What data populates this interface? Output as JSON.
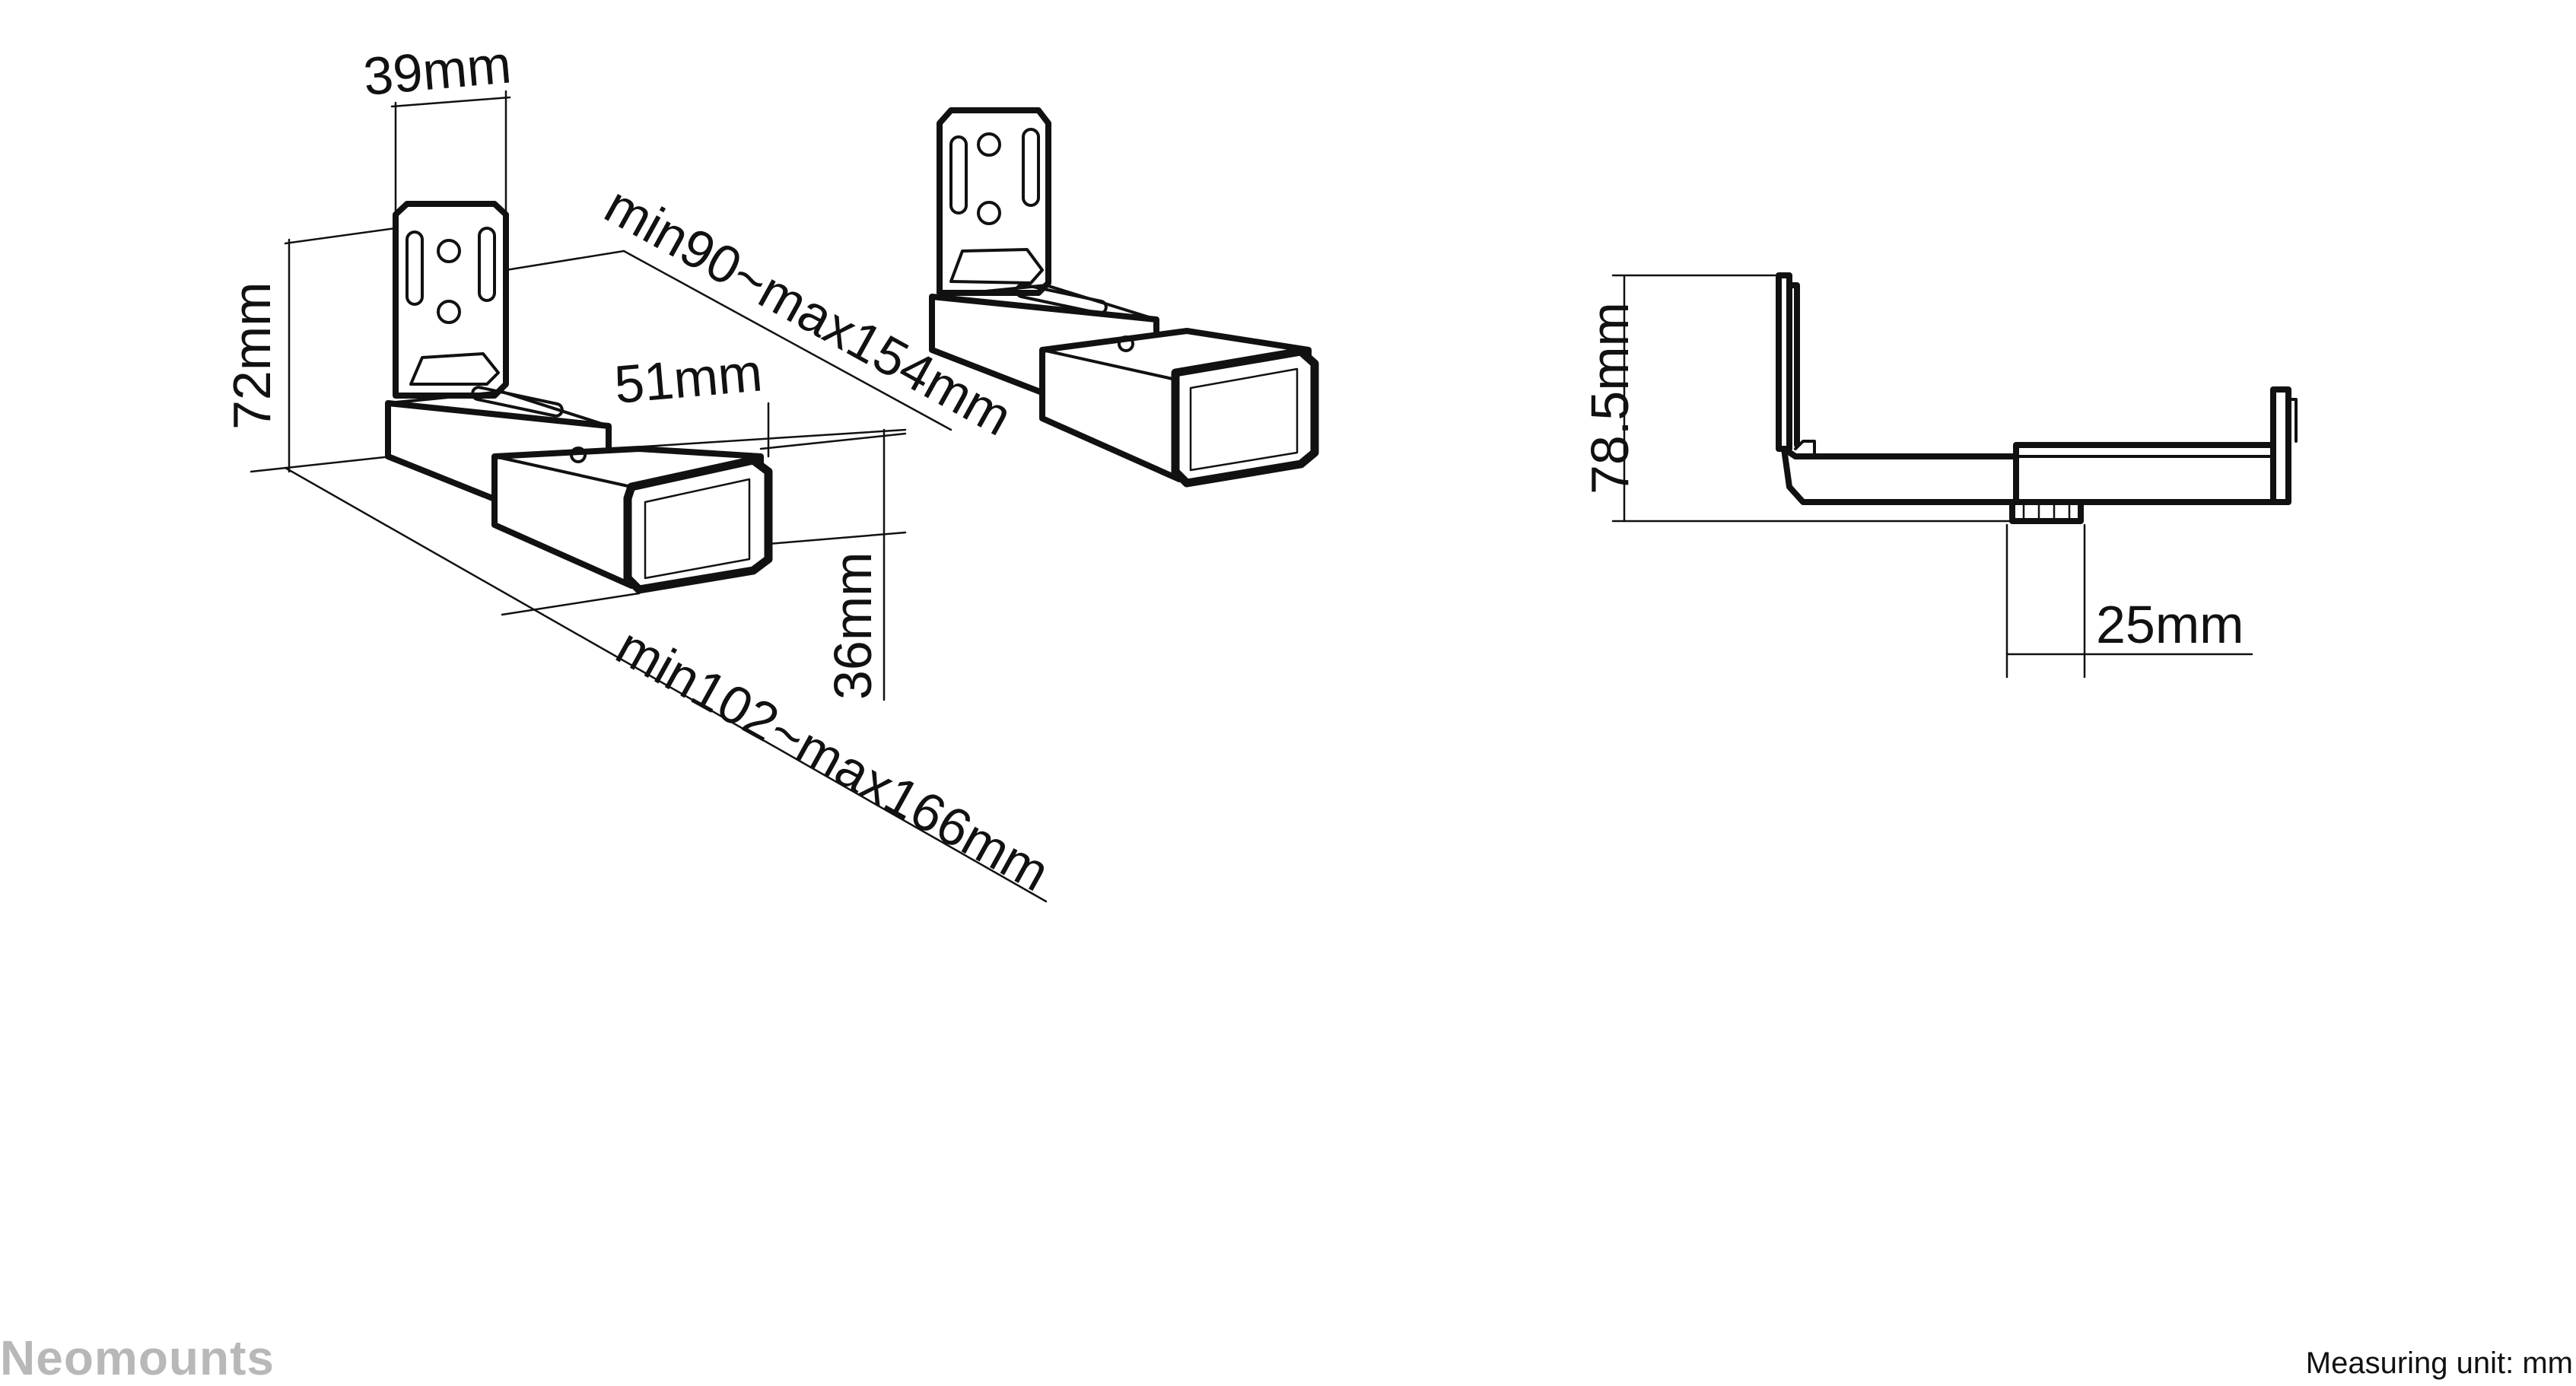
{
  "dimensions": {
    "top_width": "39mm",
    "height": "72mm",
    "inner_length": "min90~max154mm",
    "end_cap_length": "51mm",
    "base_height": "36mm",
    "overall_length": "min102~max166mm",
    "side_height": "78.5mm",
    "side_depth": "25mm"
  },
  "footer": {
    "brand": "Neomounts",
    "measuring_unit": "Measuring unit: mm"
  }
}
